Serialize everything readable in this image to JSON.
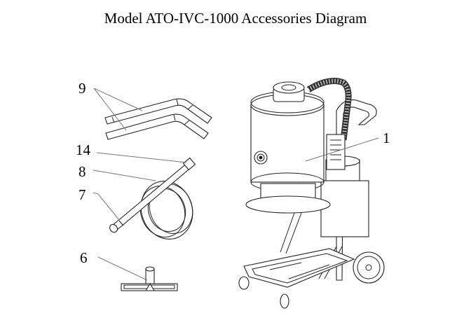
{
  "title": "Model ATO-IVC-1000 Accessories Diagram",
  "callouts": [
    {
      "number": "9",
      "part": "extension-tubes"
    },
    {
      "number": "14",
      "part": "hose-connector"
    },
    {
      "number": "8",
      "part": "hose"
    },
    {
      "number": "7",
      "part": "wand-tube"
    },
    {
      "number": "6",
      "part": "floor-nozzle"
    },
    {
      "number": "1",
      "part": "vacuum-cleaner-main-unit"
    }
  ],
  "colors": {
    "line": "#222222",
    "leader": "#777777",
    "background": "#ffffff"
  }
}
